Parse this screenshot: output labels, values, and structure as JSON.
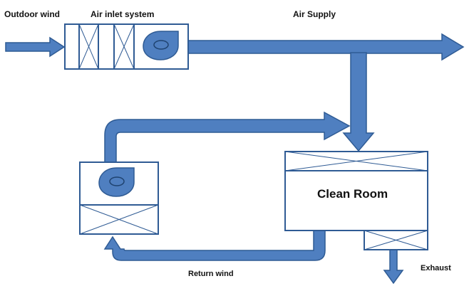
{
  "labels": {
    "outdoor_wind": "Outdoor wind",
    "air_inlet_system": "Air inlet system",
    "air_supply": "Air Supply",
    "clean_room": "Clean Room",
    "return_wind": "Return wind",
    "exhaust": "Exhaust"
  },
  "colors": {
    "pipe_fill": "#4f7fc0",
    "pipe_stroke": "#2f5b94",
    "box_stroke": "#2f5b94",
    "text": "#111111",
    "background": "#ffffff"
  },
  "icons": {
    "fan_inlet": "fan-icon",
    "fan_return": "fan-icon",
    "filter": "filter-cross-icon"
  }
}
